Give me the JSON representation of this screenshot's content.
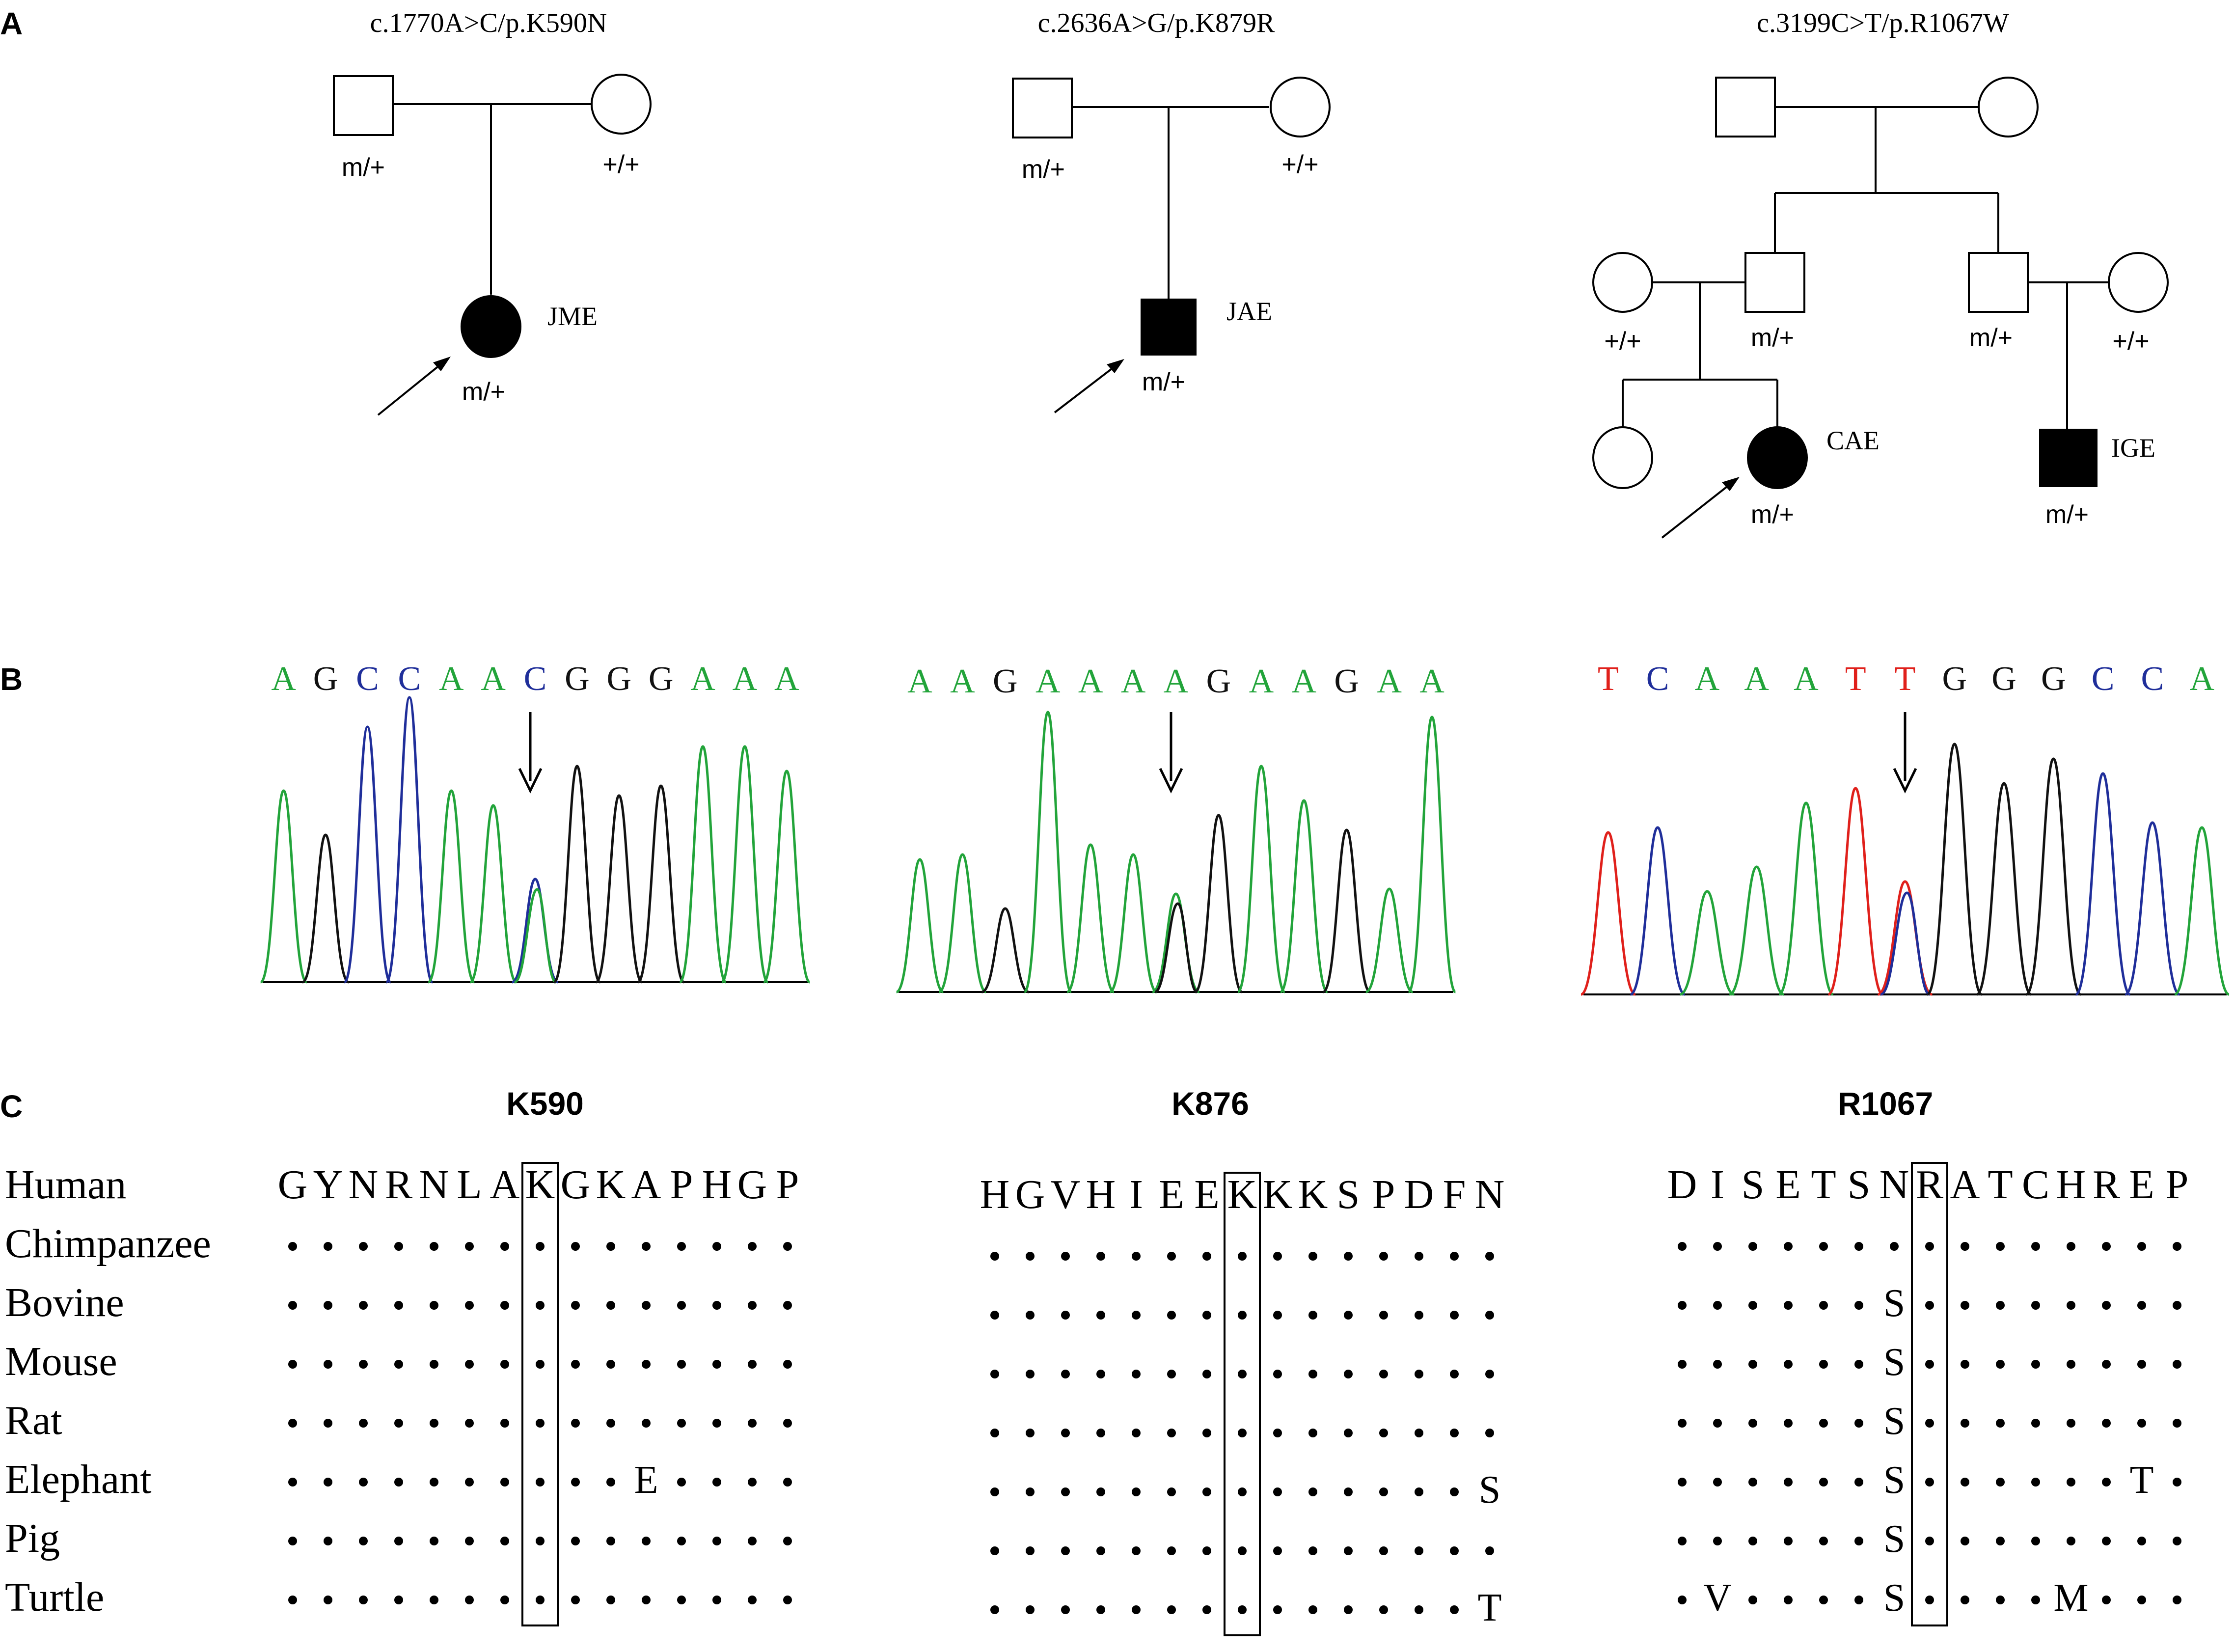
{
  "panel_labels": {
    "a": "A",
    "b": "B",
    "c": "C"
  },
  "colors": {
    "A": "#22a43a",
    "C": "#1f2e9a",
    "G": "#111111",
    "T": "#e0201b",
    "line": "#000000"
  },
  "pedigrees": [
    {
      "title": "c.1770A>C/p.K590N",
      "father_genotype": "m/+",
      "mother_genotype": "+/+",
      "proband_label": "JME",
      "proband_genotype": "m/+"
    },
    {
      "title": "c.2636A>G/p.K879R",
      "father_genotype": "m/+",
      "mother_genotype": "+/+",
      "proband_label": "JAE",
      "proband_genotype": "m/+"
    },
    {
      "title": "c.3199C>T/p.R1067W",
      "left_wife_genotype": "+/+",
      "left_son_genotype": "m/+",
      "right_son_genotype": "m/+",
      "right_wife_genotype": "+/+",
      "proband_label": "CAE",
      "proband_genotype": "m/+",
      "cousin_label": "IGE",
      "cousin_genotype": "m/+"
    }
  ],
  "chromatograms": [
    {
      "bases": [
        "A",
        "G",
        "C",
        "C",
        "A",
        "A",
        "C",
        "G",
        "G",
        "G",
        "A",
        "A",
        "A"
      ]
    },
    {
      "bases": [
        "A",
        "A",
        "G",
        "A",
        "A",
        "A",
        "A",
        "G",
        "A",
        "A",
        "G",
        "A",
        "A"
      ]
    },
    {
      "bases": [
        "T",
        "C",
        "A",
        "A",
        "A",
        "T",
        "T",
        "G",
        "G",
        "G",
        "C",
        "C",
        "A"
      ]
    }
  ],
  "alignments": {
    "species": [
      "Human",
      "Chimpanzee",
      "Bovine",
      "Mouse",
      "Rat",
      "Elephant",
      "Pig",
      "Turtle"
    ],
    "blocks": [
      {
        "site": "K590",
        "human": "GYNRNLAKGKAPHGP",
        "rows": [
          "...............",
          "...............",
          "...............",
          "...............",
          "..........E....",
          "...............",
          "..............."
        ]
      },
      {
        "site": "K876",
        "human": "HGVHIEEKKKSPDFN",
        "rows": [
          "...............",
          "...............",
          "...............",
          "...............",
          "..............S",
          "...............",
          "..............T"
        ]
      },
      {
        "site": "R1067",
        "human": "DISETSNRATCHREP",
        "rows": [
          "...............",
          "......S........",
          "......S........",
          "......S........",
          "......S......T.",
          "......S........",
          ".V....S....M..."
        ]
      }
    ]
  }
}
